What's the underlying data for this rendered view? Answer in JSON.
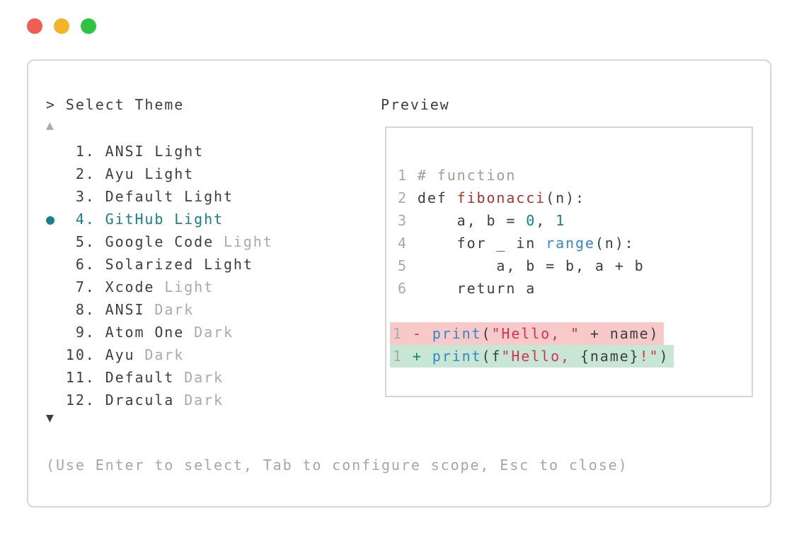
{
  "window_controls": {
    "buttons": [
      {
        "name": "close",
        "color": "#f15c55"
      },
      {
        "name": "minimize",
        "color": "#f3b32b"
      },
      {
        "name": "zoom",
        "color": "#2ec442"
      }
    ]
  },
  "picker": {
    "prompt": "> Select Theme",
    "scroll_up_icon": "▲",
    "scroll_down_icon": "▼",
    "help_text": "(Use Enter to select, Tab to configure scope, Esc to close)",
    "selected_bullet": "●"
  },
  "theme_list": {
    "selected_number": "4",
    "items": [
      {
        "number": "1",
        "selected": false,
        "parts": [
          {
            "text": "ANSI Light",
            "muted": false
          }
        ]
      },
      {
        "number": "2",
        "selected": false,
        "parts": [
          {
            "text": "Ayu Light",
            "muted": false
          }
        ]
      },
      {
        "number": "3",
        "selected": false,
        "parts": [
          {
            "text": "Default Light",
            "muted": false
          }
        ]
      },
      {
        "number": "4",
        "selected": true,
        "parts": [
          {
            "text": "GitHub Light",
            "muted": false
          }
        ]
      },
      {
        "number": "5",
        "selected": false,
        "parts": [
          {
            "text": "Google Code ",
            "muted": false
          },
          {
            "text": "Light",
            "muted": true
          }
        ]
      },
      {
        "number": "6",
        "selected": false,
        "parts": [
          {
            "text": "Solarized Light",
            "muted": false
          }
        ]
      },
      {
        "number": "7",
        "selected": false,
        "parts": [
          {
            "text": "Xcode ",
            "muted": false
          },
          {
            "text": "Light",
            "muted": true
          }
        ]
      },
      {
        "number": "8",
        "selected": false,
        "parts": [
          {
            "text": "ANSI ",
            "muted": false
          },
          {
            "text": "Dark",
            "muted": true
          }
        ]
      },
      {
        "number": "9",
        "selected": false,
        "parts": [
          {
            "text": "Atom One ",
            "muted": false
          },
          {
            "text": "Dark",
            "muted": true
          }
        ]
      },
      {
        "number": "10",
        "selected": false,
        "parts": [
          {
            "text": "Ayu ",
            "muted": false
          },
          {
            "text": "Dark",
            "muted": true
          }
        ]
      },
      {
        "number": "11",
        "selected": false,
        "parts": [
          {
            "text": "Default ",
            "muted": false
          },
          {
            "text": "Dark",
            "muted": true
          }
        ]
      },
      {
        "number": "12",
        "selected": false,
        "parts": [
          {
            "text": "Dracula ",
            "muted": false
          },
          {
            "text": "Dark",
            "muted": true
          }
        ]
      }
    ]
  },
  "preview": {
    "title": "Preview",
    "code_lines": [
      {
        "num": "1",
        "tokens": [
          [
            "# function",
            "comment"
          ]
        ]
      },
      {
        "num": "2",
        "tokens": [
          [
            "def ",
            "dark"
          ],
          [
            "fibonacci",
            "func"
          ],
          [
            "(n):",
            "dark"
          ]
        ]
      },
      {
        "num": "3",
        "tokens": [
          [
            "    a, b = ",
            "dark"
          ],
          [
            "0",
            "number"
          ],
          [
            ", ",
            "dark"
          ],
          [
            "1",
            "number"
          ]
        ]
      },
      {
        "num": "4",
        "tokens": [
          [
            "    for _ in ",
            "dark"
          ],
          [
            "range",
            "builtin"
          ],
          [
            "(n):",
            "dark"
          ]
        ]
      },
      {
        "num": "5",
        "tokens": [
          [
            "        a, b = b, a + b",
            "dark"
          ]
        ]
      },
      {
        "num": "6",
        "tokens": [
          [
            "    return a",
            "dark"
          ]
        ]
      }
    ],
    "diff_lines": [
      {
        "num": "1",
        "sign": "-",
        "sign_color": "diff_minus",
        "bg": "diff_red_bg",
        "tokens": [
          [
            "print",
            "builtin"
          ],
          [
            "(",
            "dark"
          ],
          [
            "\"Hello, \"",
            "string"
          ],
          [
            " + name)",
            "dark"
          ]
        ]
      },
      {
        "num": "1",
        "sign": "+",
        "sign_color": "diff_plus",
        "bg": "diff_green_bg",
        "tokens": [
          [
            "print",
            "builtin"
          ],
          [
            "(f",
            "dark"
          ],
          [
            "\"Hello, ",
            "string"
          ],
          [
            "{name}",
            "dark"
          ],
          [
            "!\"",
            "string"
          ],
          [
            ")",
            "dark"
          ]
        ]
      }
    ]
  },
  "colors": {
    "dark": "#3a3f44",
    "muted": "#a9a9a9",
    "selected": "#17808a",
    "line_number": "#a9a9a9",
    "comment": "#9ba18f",
    "func": "#a5372f",
    "number": "#17808a",
    "builtin": "#3489c4",
    "string": "#d23257",
    "diff_minus": "#d23257",
    "diff_plus": "#12806f",
    "diff_red_bg": "#f8c9c9",
    "diff_green_bg": "#c8e6d4"
  }
}
